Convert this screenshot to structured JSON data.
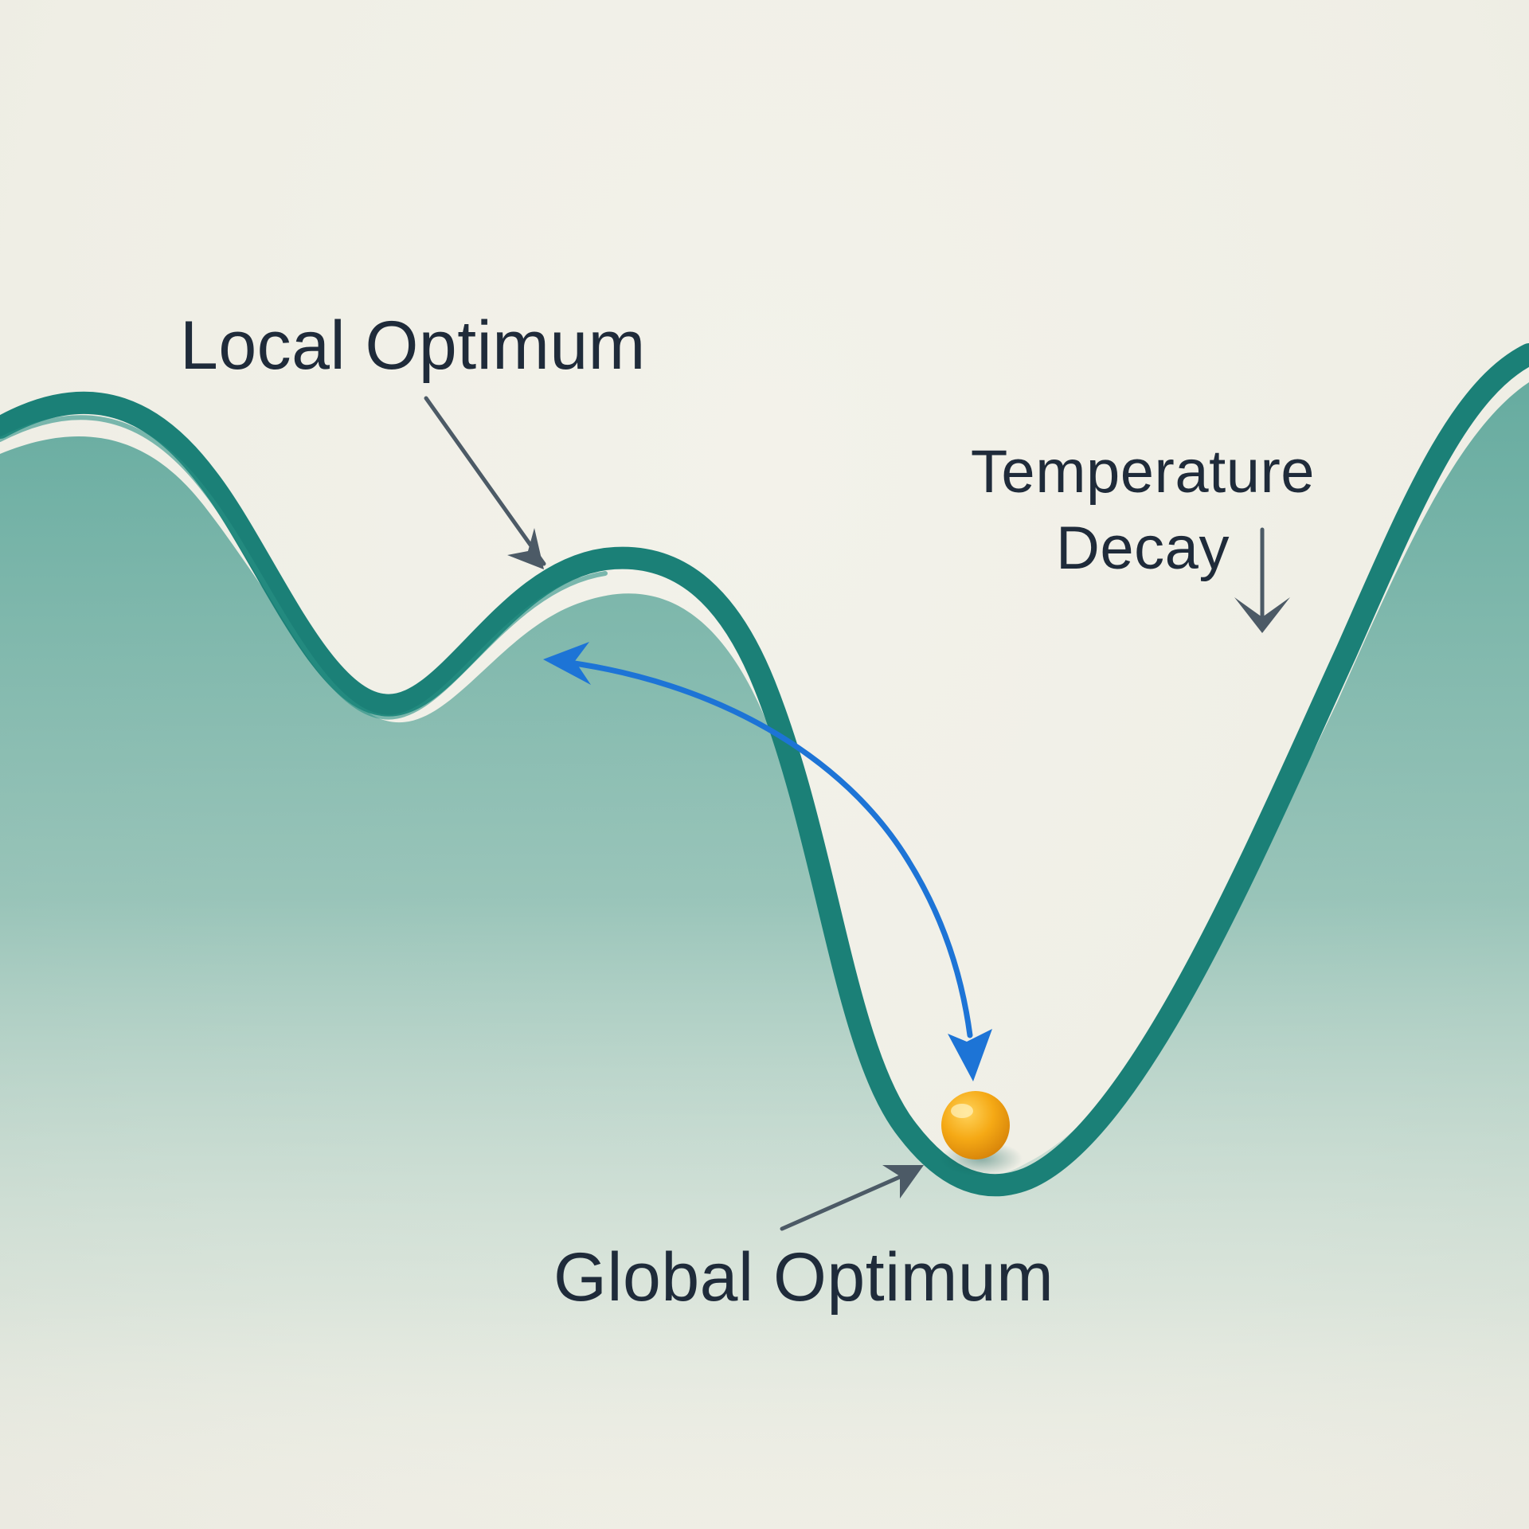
{
  "labels": {
    "local_optimum": "Local Optimum",
    "global_optimum": "Global Optimum",
    "temperature_line1": "Temperature",
    "temperature_line2": "Decay"
  },
  "colors": {
    "background": "#f1f0e8",
    "curve": "#1b8077",
    "fill": "#5fa89c",
    "transition_arrow": "#1d74d6",
    "annotation_arrow": "#4c5a66",
    "ball": "#f2a712",
    "text": "#1f2b3a"
  },
  "icons": {
    "ball": "orange-sphere",
    "transition": "double-headed-curved-arrow",
    "pointer": "arrow"
  }
}
